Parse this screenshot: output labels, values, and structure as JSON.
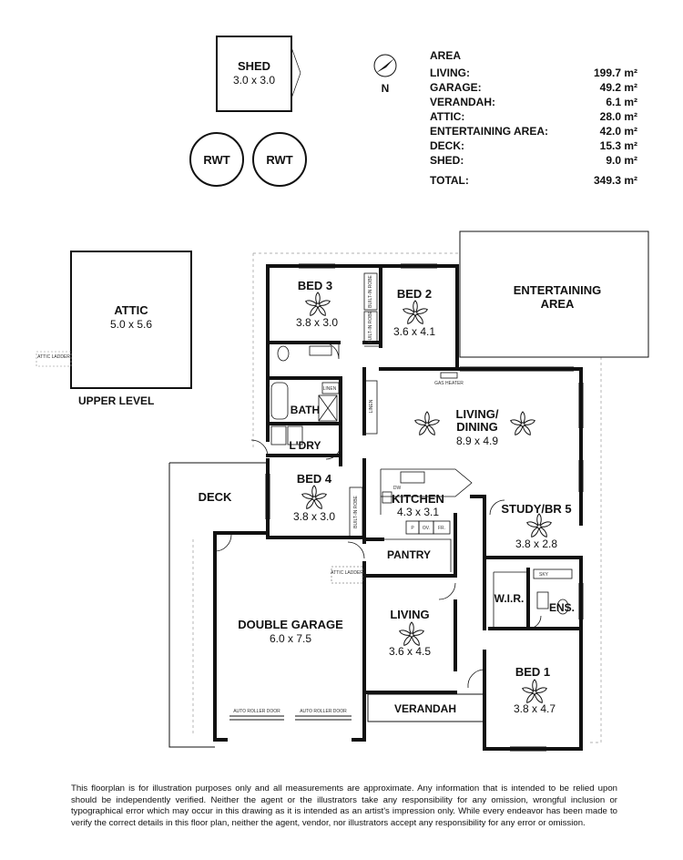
{
  "area_schedule": {
    "title": "AREA",
    "rows": [
      {
        "label": "LIVING:",
        "value": "199.7 m²"
      },
      {
        "label": "GARAGE:",
        "value": "49.2 m²"
      },
      {
        "label": "VERANDAH:",
        "value": "6.1 m²"
      },
      {
        "label": "ATTIC:",
        "value": "28.0 m²"
      },
      {
        "label": "ENTERTAINING AREA:",
        "value": "42.0 m²"
      },
      {
        "label": "DECK:",
        "value": "15.3 m²"
      },
      {
        "label": "SHED:",
        "value": "9.0 m²"
      }
    ],
    "total_label": "TOTAL:",
    "total_value": "349.3 m²"
  },
  "compass": {
    "north_label": "N"
  },
  "shed": {
    "name": "SHED",
    "dims": "3.0 x 3.0"
  },
  "tanks": {
    "label_1": "RWT",
    "label_2": "RWT"
  },
  "upper_level": {
    "attic_name": "ATTIC",
    "attic_dims": "5.0 x 5.6",
    "ladder_label": "ATTIC LADDER",
    "level_label": "UPPER LEVEL"
  },
  "rooms": {
    "bed3": {
      "name": "BED 3",
      "dims": "3.8 x 3.0"
    },
    "bed2": {
      "name": "BED 2",
      "dims": "3.6 x 4.1"
    },
    "entertaining": {
      "name_1": "ENTERTAINING",
      "name_2": "AREA"
    },
    "bath": {
      "name": "BATH"
    },
    "ldry": {
      "name": "L'DRY"
    },
    "linen_1": "LINEN",
    "linen_2": "LINEN",
    "robe_1": "BUILT-IN ROBE",
    "robe_2": "BUILT-IN ROBE",
    "robe_3": "BUILT-IN ROBE",
    "gas_heater": "GAS HEATER",
    "living_dining": {
      "name_1": "LIVING/",
      "name_2": "DINING",
      "dims": "8.9 x 4.9"
    },
    "deck": {
      "name": "DECK"
    },
    "bed4": {
      "name": "BED 4",
      "dims": "3.8 x 3.0"
    },
    "kitchen": {
      "name": "KITCHEN",
      "dims": "4.3 x 3.1",
      "dw": "DW",
      "p": "P",
      "ov": "OV.",
      "fr": "FR."
    },
    "pantry": {
      "name": "PANTRY"
    },
    "study": {
      "name": "STUDY/BR 5",
      "dims": "3.8 x 2.8"
    },
    "wir": {
      "name": "W.I.R."
    },
    "ens": {
      "name": "ENS."
    },
    "sky": "SKY",
    "garage": {
      "name": "DOUBLE GARAGE",
      "dims": "6.0 x 7.5",
      "door_1": "AUTO ROLLER DOOR",
      "door_2": "AUTO ROLLER DOOR",
      "ladder": "ATTIC LADDER"
    },
    "living2": {
      "name": "LIVING",
      "dims": "3.6 x 4.5"
    },
    "bed1": {
      "name": "BED 1",
      "dims": "3.8 x 4.7"
    },
    "verandah": {
      "name": "VERANDAH"
    }
  },
  "disclaimer": "This floorplan is for illustration purposes only and all measurements are approximate. Any information that is intended to be relied upon should be independently verified. Neither the agent or the illustrators take any responsibility for any omission, wrongful inclusion or typographical error which may occur in this drawing as it is intended as an artist's impression only. While every endeavor has been made to verify the correct details in this floor plan, neither the agent, vendor, nor illustrators accept any responsibility for any error or omission."
}
